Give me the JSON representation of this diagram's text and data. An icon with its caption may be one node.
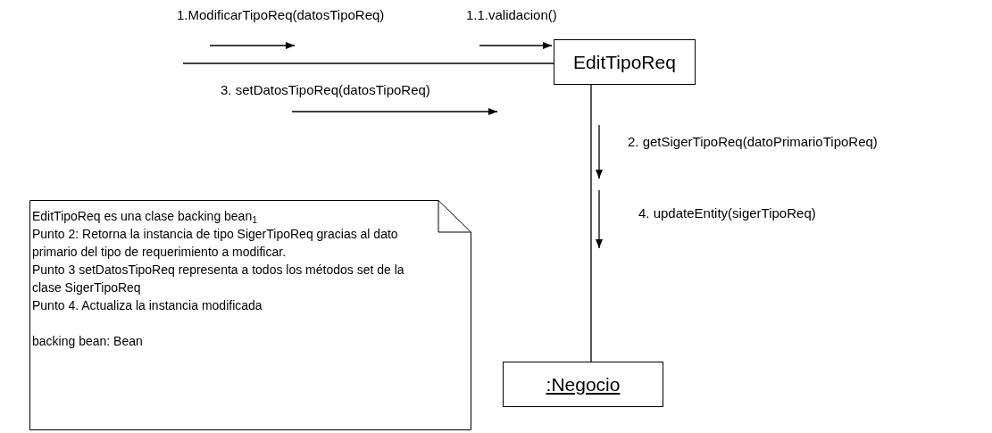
{
  "diagram": {
    "nodes": [
      {
        "text": [
          "EditTipoReq"
        ]
      },
      {
        "text": [
          ":Negocio"
        ]
      },
      {
        "text": [
          "EditTipoReq es una clase backing bean$_{1}$",
          "Punto 2: Retorna la instancia de tipo SigerTipoReq gracias al dato primario del tipo de requerimiento a modificar.",
          "Punto 3 setDatosTipoReq representa a todos los métodos set de la clase SigerTipoReq",
          "Punto 4. Actualiza la instancia modificada",
          "backing bean: Bean"
        ]
      }
    ],
    "edges": [
      {
        "from": null,
        "to": 0,
        "arrow": "none"
      },
      {
        "from": 0,
        "to": 1,
        "arrow": "none"
      }
    ],
    "labels": [
      "1.ModificarTipoReq(datosTipoReq)",
      "1.1.validacion()",
      "3. setDatosTipoReq(datosTipoReq)",
      "2. getSigerTipoReq(datoPrimarioTipoReq)",
      "4. updateEntity(sigerTipoReq)"
    ]
  }
}
